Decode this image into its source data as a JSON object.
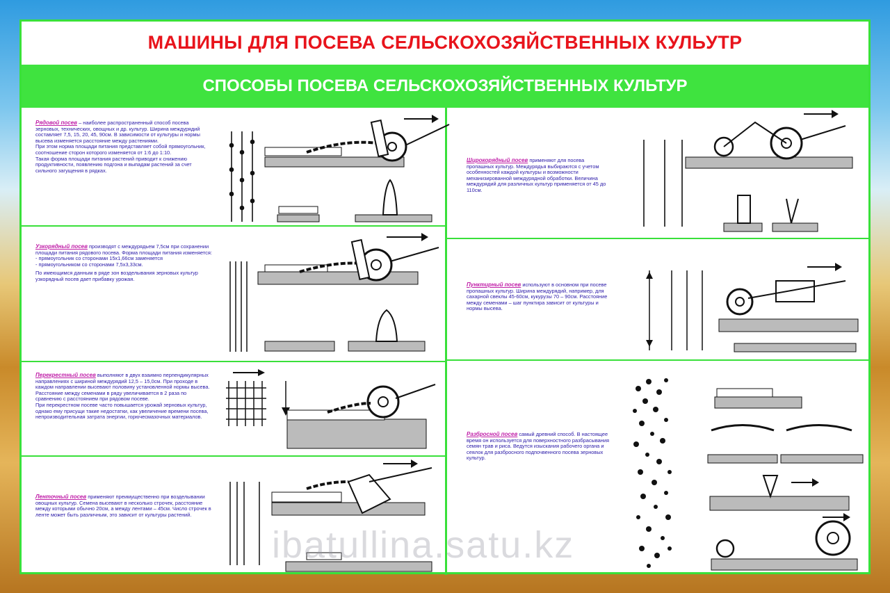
{
  "title": "МАШИНЫ ДЛЯ ПОСЕВА СЕЛЬСКОХОЗЯЙСТВЕННЫХ КУЛЬУТР",
  "subtitle": "СПОСОБЫ ПОСЕВА СЕЛЬСКОХОЗЯЙСТВЕННЫХ КУЛЬТУР",
  "watermark": "ibatullina.satu.kz",
  "colors": {
    "frame_green": "#3fe33f",
    "title_red": "#e8141c",
    "text_blue": "#2a1aa8",
    "term_magenta": "#c01fa8"
  },
  "sections": {
    "row": {
      "term": "Рядовой посев",
      "lines": [
        " – наиболее распространенный способ посева зерновых, технических, овощных и др. культур. Ширина междурядий составляет 7,5, 15, 20, 45, 90см. В зависимости от культуры и нормы высева изменяется расстояние между растениями.",
        "При этом норма площади питания представляет собой прямоугольник, соотношение сторон которого изменяется от 1:6 до 1:10.",
        "Такая форма площади питания растений приводит к снижению продуктивности, появлению подгона и выпадам растений за счет сильного загущения в рядках."
      ]
    },
    "narrow": {
      "term": "Узкорядный посев",
      "lines": [
        " производят с междурядьем 7,5см при сохранении площади питания рядового посева. Форма площади питания изменяется:",
        "- прямоугольник со сторонами 15х1,66см заменяется",
        "- прямоугольником со сторонами 7,5х3,33см.",
        "По имеющимся данным в ряде зон возделывания зерновых культур узкорядный посев дает прибавку урожая."
      ]
    },
    "cross": {
      "term": "Перекрестный посев",
      "lines": [
        " выполняют в двух взаимно перпендикулярных направлениях с шириной междурядий 12,5 – 15,0см. При проходе в каждом направлении высевают половину установленной нормы высева. Расстояние между семенами в ряду увеличивается в 2 раза по сравнению с расстоянием при рядовом посеве.",
        "При перекрестном посеве часто повышается урожай зерновых культур, однако ему присущи такие недостатки, как увеличение времени посева, непроизводительная затрата энергии, горючесмазочных материалов."
      ]
    },
    "band": {
      "term": "Ленточный посев",
      "lines": [
        " применяют преимущественно при возделывании овощных культур. Семена высевают в несколько строчек, расстояние между которыми обычно 20см, а между лентами – 45см. Число строчек в ленте может быть различным, это зависит от культуры растений."
      ]
    },
    "wide": {
      "term": "Широкорядный посев",
      "lines": [
        " применяют для посева пропашных культур. Междурядья выбираются с учетом особенностей каждой культуры и возможности механизированной междурядной обработки. Величина междурядий для различных культур применяется от 45 до 110см."
      ]
    },
    "dotted": {
      "term": "Пунктирный посев",
      "lines": [
        " используют в основном при посеве пропашных культур. Ширина междурядий, например, для сахарной свеклы 45-60см, кукурузы 70 – 90см. Расстояние между семенами – шаг пунктира зависит от культуры и нормы высева."
      ]
    },
    "broadcast": {
      "term": "Разбросной посев",
      "lines": [
        " самый древний способ. В настоящее время он используется для поверхностного разбрасывания семян трав и риса. Ведутся изыскания рабочего органа и сеялок для разбросного подпочвенного посева зерновых культур."
      ]
    }
  }
}
